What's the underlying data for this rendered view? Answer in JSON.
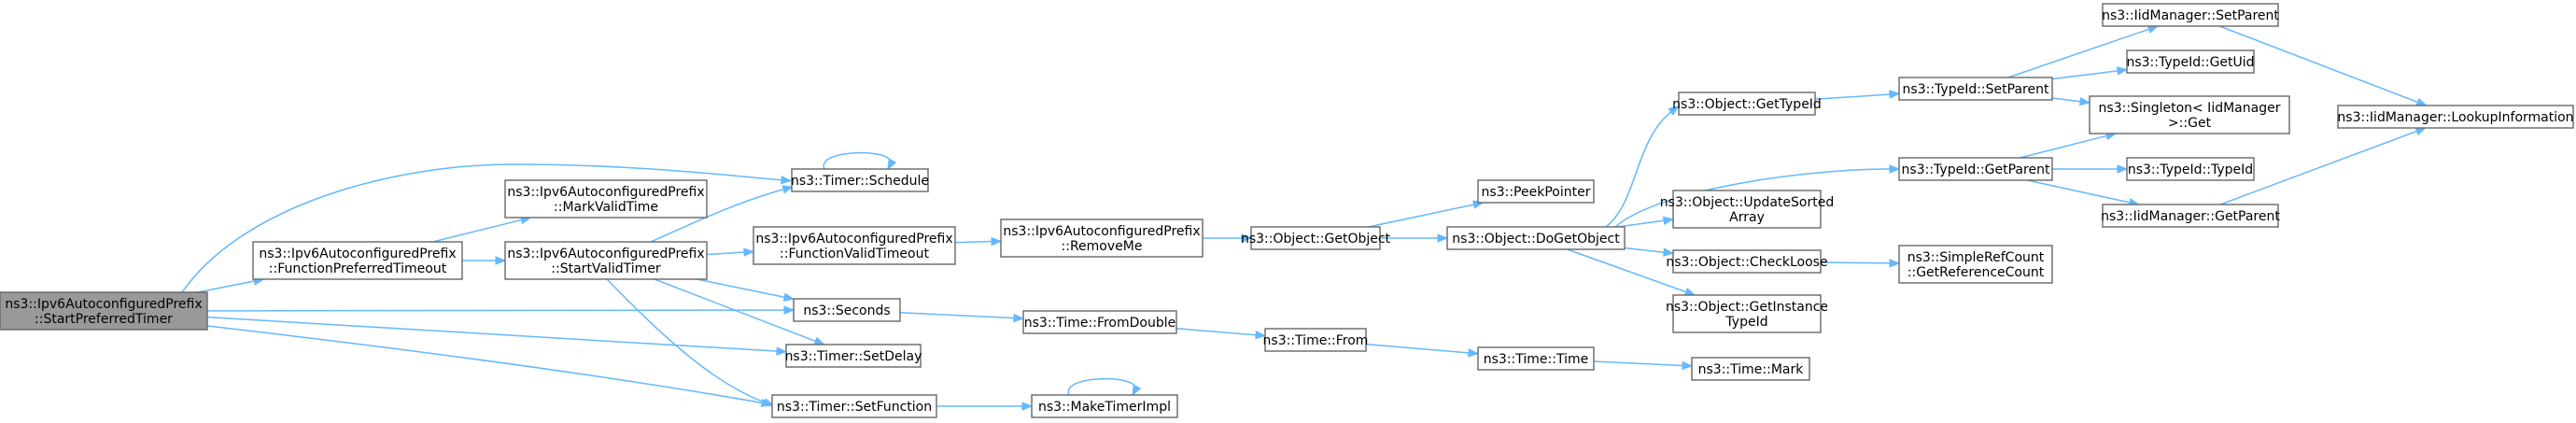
{
  "graph": {
    "title": "",
    "nodes": [
      {
        "id": "start_preferred",
        "lines": [
          "ns3::Ipv6AutoconfiguredPrefix",
          "::StartPreferredTimer"
        ],
        "root": true
      },
      {
        "id": "fn_preferred_timeout",
        "lines": [
          "ns3::Ipv6AutoconfiguredPrefix",
          "::FunctionPreferredTimeout"
        ]
      },
      {
        "id": "mark_valid",
        "lines": [
          "ns3::Ipv6AutoconfiguredPrefix",
          "::MarkValidTime"
        ]
      },
      {
        "id": "start_valid",
        "lines": [
          "ns3::Ipv6AutoconfiguredPrefix",
          "::StartValidTimer"
        ]
      },
      {
        "id": "timer_schedule",
        "lines": [
          "ns3::Timer::Schedule"
        ]
      },
      {
        "id": "fn_valid_timeout",
        "lines": [
          "ns3::Ipv6AutoconfiguredPrefix",
          "::FunctionValidTimeout"
        ]
      },
      {
        "id": "remove_me",
        "lines": [
          "ns3::Ipv6AutoconfiguredPrefix",
          "::RemoveMe"
        ]
      },
      {
        "id": "object_getobject",
        "lines": [
          "ns3::Object::GetObject"
        ]
      },
      {
        "id": "peek_pointer",
        "lines": [
          "ns3::PeekPointer"
        ]
      },
      {
        "id": "object_dogetobject",
        "lines": [
          "ns3::Object::DoGetObject"
        ]
      },
      {
        "id": "object_gettypeid",
        "lines": [
          "ns3::Object::GetTypeId"
        ]
      },
      {
        "id": "object_updatesorted",
        "lines": [
          "ns3::Object::UpdateSorted",
          "Array"
        ]
      },
      {
        "id": "object_checkloose",
        "lines": [
          "ns3::Object::CheckLoose"
        ]
      },
      {
        "id": "object_getinstance",
        "lines": [
          "ns3::Object::GetInstance",
          "TypeId"
        ]
      },
      {
        "id": "typeid_setparent",
        "lines": [
          "ns3::TypeId::SetParent"
        ]
      },
      {
        "id": "typeid_getparent",
        "lines": [
          "ns3::TypeId::GetParent"
        ]
      },
      {
        "id": "iid_setparent",
        "lines": [
          "ns3::IidManager::SetParent"
        ]
      },
      {
        "id": "typeid_getuid",
        "lines": [
          "ns3::TypeId::GetUid"
        ]
      },
      {
        "id": "singleton_get",
        "lines": [
          "ns3::Singleton< IidManager",
          " >::Get"
        ]
      },
      {
        "id": "typeid_typeid",
        "lines": [
          "ns3::TypeId::TypeId"
        ]
      },
      {
        "id": "iid_getparent",
        "lines": [
          "ns3::IidManager::GetParent"
        ]
      },
      {
        "id": "iid_lookup",
        "lines": [
          "ns3::IidManager::LookupInformation"
        ]
      },
      {
        "id": "simplerefcount",
        "lines": [
          "ns3::SimpleRefCount",
          "::GetReferenceCount"
        ]
      },
      {
        "id": "seconds",
        "lines": [
          "ns3::Seconds"
        ]
      },
      {
        "id": "timer_setdelay",
        "lines": [
          "ns3::Timer::SetDelay"
        ]
      },
      {
        "id": "timer_setfunction",
        "lines": [
          "ns3::Timer::SetFunction"
        ]
      },
      {
        "id": "time_fromdouble",
        "lines": [
          "ns3::Time::FromDouble"
        ]
      },
      {
        "id": "time_from",
        "lines": [
          "ns3::Time::From"
        ]
      },
      {
        "id": "time_time",
        "lines": [
          "ns3::Time::Time"
        ]
      },
      {
        "id": "time_mark",
        "lines": [
          "ns3::Time::Mark"
        ]
      },
      {
        "id": "make_timer_impl",
        "lines": [
          "ns3::MakeTimerImpl"
        ]
      }
    ],
    "edges": [
      {
        "from": "start_preferred",
        "to": "fn_preferred_timeout"
      },
      {
        "from": "start_preferred",
        "to": "timer_schedule"
      },
      {
        "from": "start_preferred",
        "to": "seconds"
      },
      {
        "from": "start_preferred",
        "to": "timer_setdelay"
      },
      {
        "from": "start_preferred",
        "to": "timer_setfunction"
      },
      {
        "from": "fn_preferred_timeout",
        "to": "mark_valid"
      },
      {
        "from": "fn_preferred_timeout",
        "to": "start_valid"
      },
      {
        "from": "start_valid",
        "to": "timer_schedule"
      },
      {
        "from": "start_valid",
        "to": "fn_valid_timeout"
      },
      {
        "from": "start_valid",
        "to": "seconds"
      },
      {
        "from": "start_valid",
        "to": "timer_setdelay"
      },
      {
        "from": "start_valid",
        "to": "timer_setfunction"
      },
      {
        "from": "timer_schedule",
        "to": "timer_schedule"
      },
      {
        "from": "fn_valid_timeout",
        "to": "remove_me"
      },
      {
        "from": "remove_me",
        "to": "object_getobject"
      },
      {
        "from": "object_getobject",
        "to": "peek_pointer"
      },
      {
        "from": "object_getobject",
        "to": "object_dogetobject"
      },
      {
        "from": "object_dogetobject",
        "to": "object_gettypeid"
      },
      {
        "from": "object_dogetobject",
        "to": "typeid_getparent"
      },
      {
        "from": "object_dogetobject",
        "to": "object_updatesorted"
      },
      {
        "from": "object_dogetobject",
        "to": "object_checkloose"
      },
      {
        "from": "object_dogetobject",
        "to": "object_getinstance"
      },
      {
        "from": "object_gettypeid",
        "to": "typeid_setparent"
      },
      {
        "from": "typeid_setparent",
        "to": "iid_setparent"
      },
      {
        "from": "typeid_setparent",
        "to": "typeid_getuid"
      },
      {
        "from": "typeid_setparent",
        "to": "singleton_get"
      },
      {
        "from": "typeid_getparent",
        "to": "singleton_get"
      },
      {
        "from": "typeid_getparent",
        "to": "typeid_typeid"
      },
      {
        "from": "typeid_getparent",
        "to": "iid_getparent"
      },
      {
        "from": "iid_setparent",
        "to": "iid_lookup"
      },
      {
        "from": "iid_getparent",
        "to": "iid_lookup"
      },
      {
        "from": "object_checkloose",
        "to": "simplerefcount"
      },
      {
        "from": "seconds",
        "to": "time_fromdouble"
      },
      {
        "from": "time_fromdouble",
        "to": "time_from"
      },
      {
        "from": "time_from",
        "to": "time_time"
      },
      {
        "from": "time_time",
        "to": "time_mark"
      },
      {
        "from": "timer_setfunction",
        "to": "make_timer_impl"
      },
      {
        "from": "make_timer_impl",
        "to": "make_timer_impl"
      }
    ]
  }
}
